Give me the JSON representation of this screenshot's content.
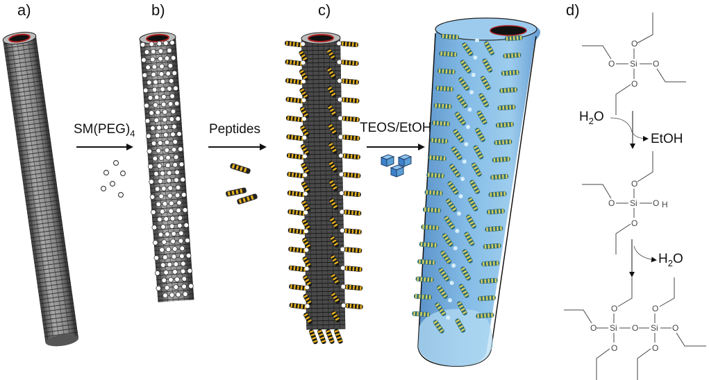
{
  "panels": {
    "a": "a)",
    "b": "b)",
    "c": "c)",
    "d": "d)"
  },
  "steps": [
    {
      "label_main": "SM(PEG)",
      "label_sub": "4",
      "reagent_icon": "peg-spheres-icon"
    },
    {
      "label_main": "Peptides",
      "label_sub": "",
      "reagent_icon": "helical-peptide-icon"
    },
    {
      "label_main": "TEOS/EtOH",
      "label_sub": "",
      "reagent_icon": "silica-cube-icon"
    }
  ],
  "chemistry": {
    "water_in": {
      "main": "H",
      "sub": "2",
      "tail": "O"
    },
    "ethanol_out": "EtOH",
    "water_out": {
      "main": "H",
      "sub": "2",
      "tail": "O"
    },
    "atoms": {
      "silicon": "Si",
      "oxygen": "O",
      "hydrogen": "H"
    }
  },
  "colors": {
    "tube_gray": "#8c8c8c",
    "peptide_yellow": "#e8b21e",
    "silica_blue": "#5b9fd6",
    "silica_light": "#a8d4f0",
    "inner_red": "#b02020"
  }
}
